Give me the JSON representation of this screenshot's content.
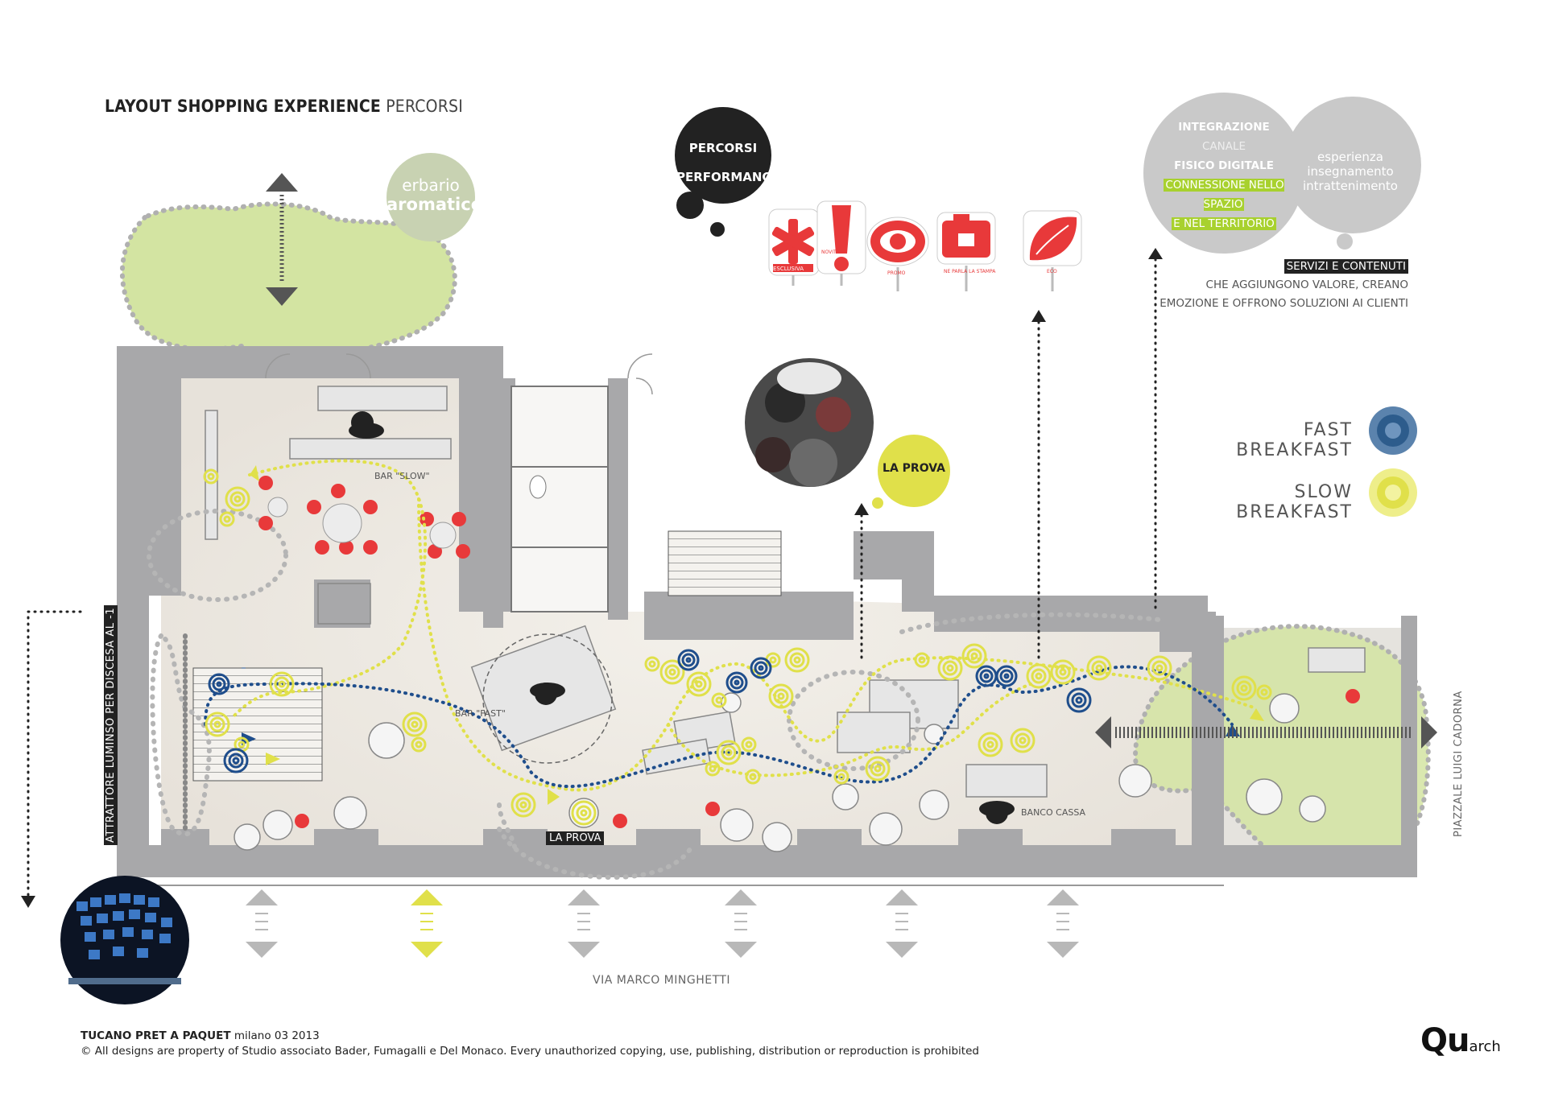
{
  "header": {
    "title_bold": "LAYOUT SHOPPING EXPERIENCE",
    "title_light": "PERCORSI"
  },
  "garden": {
    "line1": "erbario",
    "line2": "aromatico"
  },
  "performance": {
    "line1": "PERCORSI",
    "line2": "PERFORMANCE"
  },
  "signs": [
    {
      "label": "ESCLUSIVA",
      "icon": "asterisk-icon"
    },
    {
      "label": "NOVITÀ",
      "icon": "exclamation-icon"
    },
    {
      "label": "PROMO",
      "icon": "eye-icon"
    },
    {
      "label": "NE PARLA LA STAMPA",
      "icon": "camera-icon"
    },
    {
      "label": "ECO",
      "icon": "leaf-icon"
    }
  ],
  "integration": {
    "lines": [
      "INTEGRAZIONE",
      "CANALE",
      "FISICO DIGITALE",
      "CONNESSIONE NELLO SPAZIO",
      "E NEL TERRITORIO"
    ],
    "side": [
      "esperienza",
      "insegnamento",
      "intrattenimento"
    ]
  },
  "services": {
    "heading": "SERVIZI E CONTENUTI",
    "lines": [
      "CHE AGGIUNGONO VALORE, CREANO",
      "EMOZIONE E OFFRONO SOLUZIONI AI CLIENTI"
    ]
  },
  "la_prova_bubble": "LA PROVA",
  "legend": [
    {
      "label": "FAST  BREAKFAST",
      "color": "#1f4e8c"
    },
    {
      "label": "SLOW  BREAKFAST",
      "color": "#e8e84a"
    }
  ],
  "plan_labels": {
    "bar_slow": "BAR \"SLOW\"",
    "bar_fast": "BAR \"FAST\"",
    "la_prova": "LA PROVA",
    "banco_cassa": "BANCO CASSA"
  },
  "side_label_left": "ATTRATTORE LUMINSO PER DISCESA AL -1",
  "side_label_right": "PIAZZALE LUIGI CADORNA",
  "street": "VIA MARCO MINGHETTI",
  "footer": {
    "project_bold": "TUCANO PRET A PAQUET",
    "project_rest": " milano 03 2013",
    "copyright": "© All designs are property of Studio associato Bader, Fumagalli e Del Monaco. Every unauthorized copying, use, publishing, distribution or reproduction is prohibited"
  },
  "logo": {
    "main": "Qu",
    "sub": "arch"
  },
  "colors": {
    "fast": "#1f4e8c",
    "slow": "#e8e84a",
    "garden": "#d3e4a2",
    "wall": "#a8a8aa",
    "accent_red": "#e8393a",
    "floor": "#ece8e2"
  }
}
